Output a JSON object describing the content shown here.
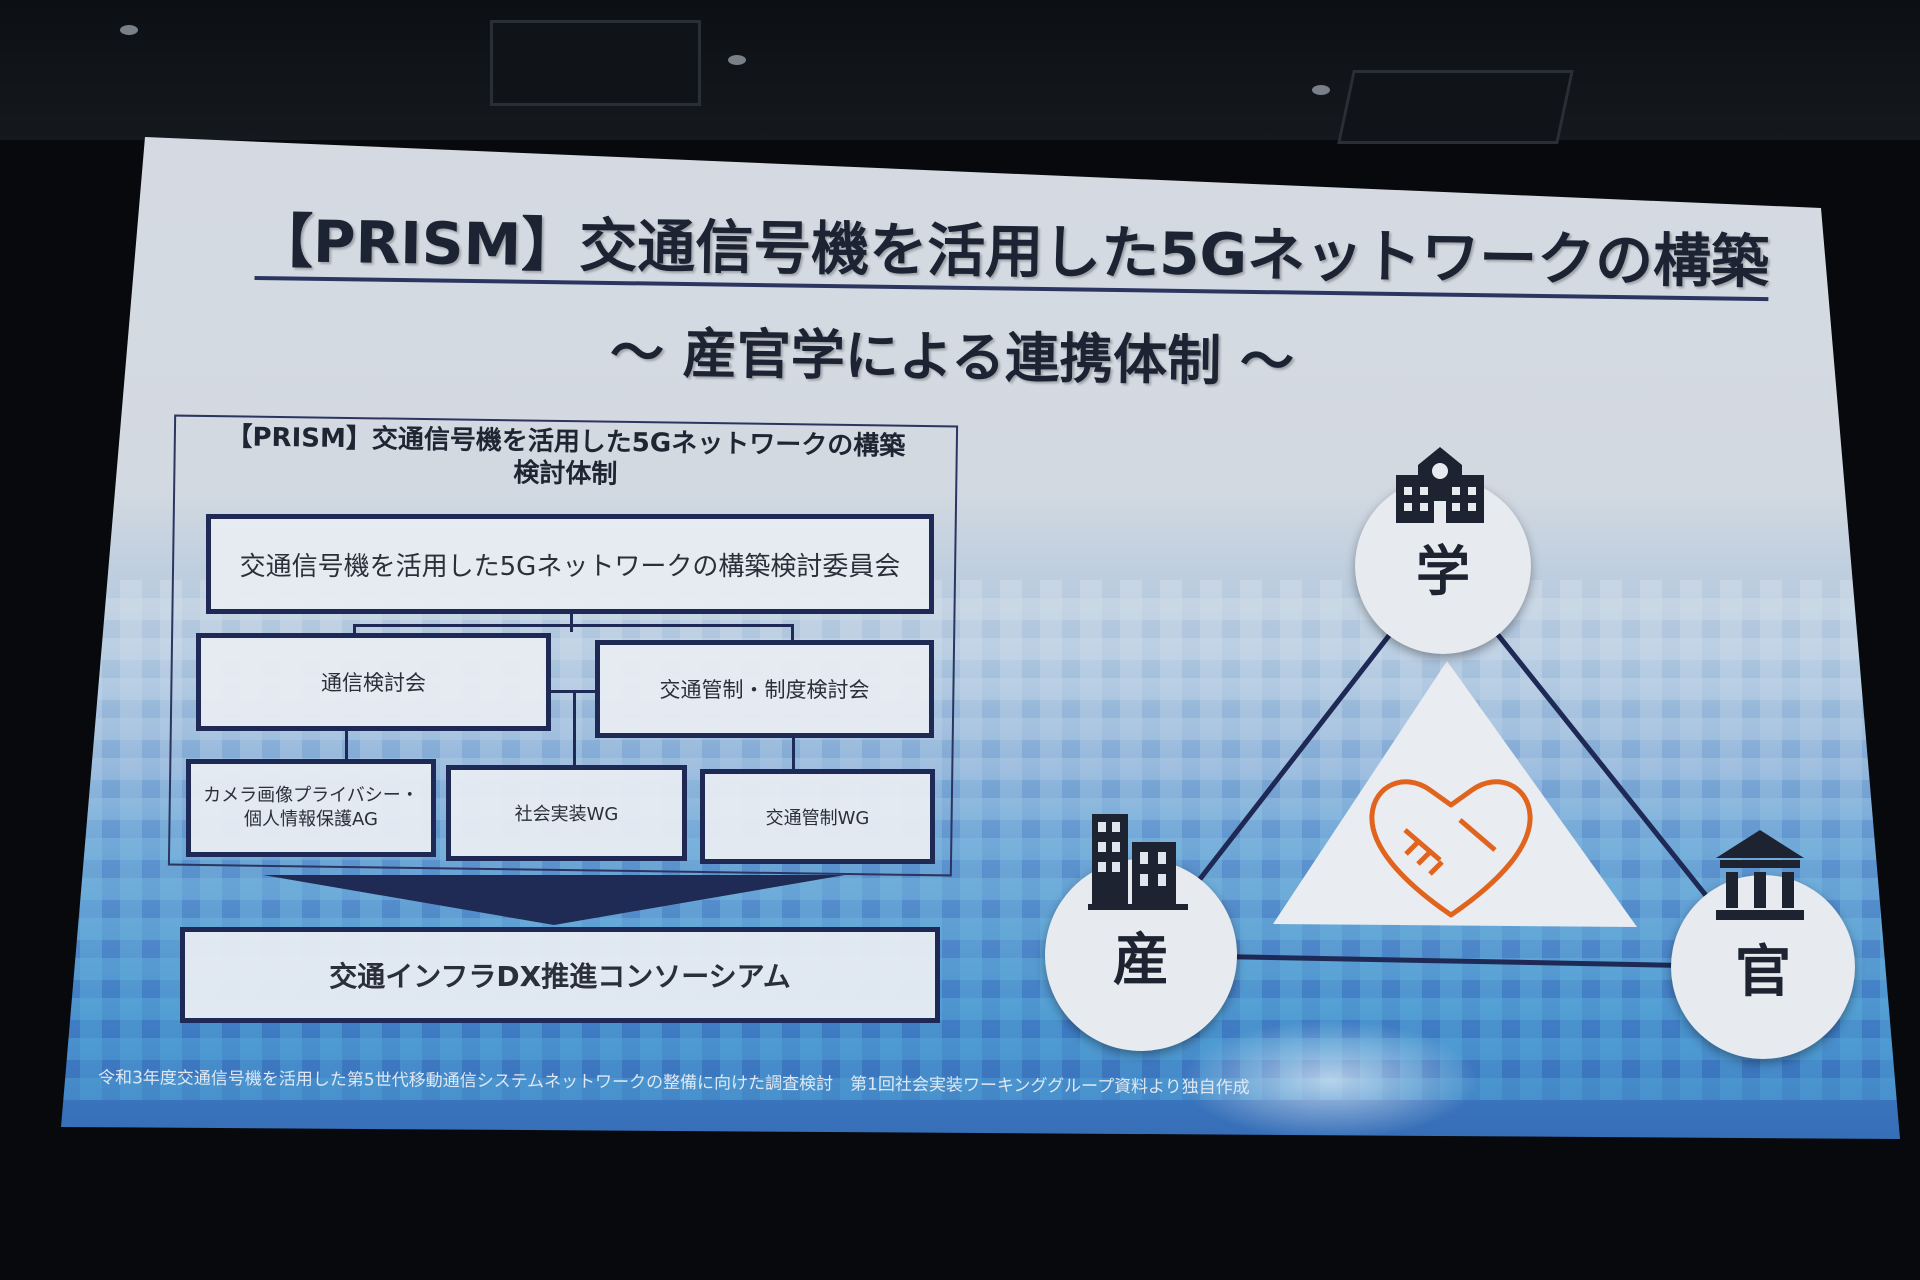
{
  "slide": {
    "title_line1": "【PRISM】交通信号機を活用した5Gネットワークの構築",
    "title_line2": "～ 産官学による連携体制 ～",
    "org_chart": {
      "heading_line1": "【PRISM】交通信号機を活用した5Gネットワークの構築",
      "heading_line2": "検討体制",
      "committee": "交通信号機を活用した5Gネットワークの構築検討委員会",
      "sub_committees": [
        "通信検討会",
        "交通管制・制度検討会"
      ],
      "working_groups": [
        "カメラ画像プライバシー・\n個人情報保護AG",
        "社会実装WG",
        "交通管制WG"
      ],
      "consortium": "交通インフラDX推進コンソーシアム"
    },
    "triad": {
      "academia": "学",
      "industry": "産",
      "government": "官",
      "accent_color": "#e0641e"
    },
    "footnote": "令和3年度交通信号機を活用した第5世代移動通信システムネットワークの整備に向けた調査検討　第1回社会実装ワーキンググループ資料より独自作成"
  }
}
